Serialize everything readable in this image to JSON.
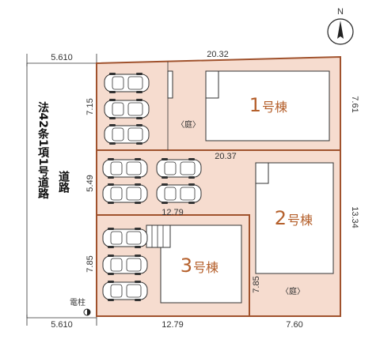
{
  "compass": {
    "label": "N"
  },
  "dimensions": {
    "road_top": "5.610",
    "road_bottom": "5.610",
    "top_width": "20.32",
    "lot1_right": "7.61",
    "lot1_left": "7.15",
    "mid_width": "20.37",
    "parking_left": "5.49",
    "lot2_right": "13.34",
    "lot3_top": "12.79",
    "lot3_left": "7.85",
    "lot2_inner_left": "7.85",
    "bottom_lot3": "12.79",
    "bottom_lot2": "7.60"
  },
  "road": {
    "label_left": "法42条1項1号道路",
    "label_right": "道路"
  },
  "houses": {
    "h1": {
      "num": "1",
      "suffix": "号棟"
    },
    "h2": {
      "num": "2",
      "suffix": "号棟"
    },
    "h3": {
      "num": "3",
      "suffix": "号棟"
    }
  },
  "garden_labels": {
    "g1": "〈庭〉",
    "g2": "〈庭〉"
  },
  "pole": {
    "label": "電柱"
  },
  "colors": {
    "lot_fill": "#f6dccf",
    "boundary": "#a0522d",
    "house_text": "#b5602c"
  }
}
